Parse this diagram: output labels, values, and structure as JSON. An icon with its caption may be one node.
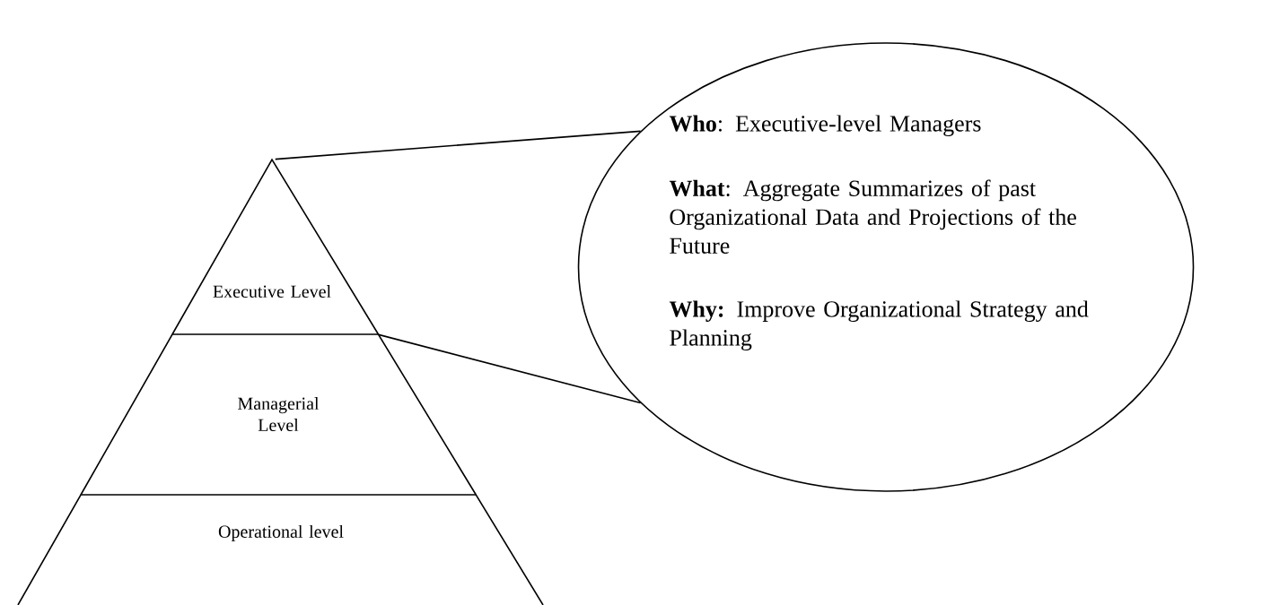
{
  "diagram": {
    "nodes": [
      {
        "text": [
          "Executive Level"
        ]
      },
      {
        "text": [
          "Managerial Level"
        ]
      },
      {
        "text": [
          "Operational level"
        ]
      },
      {
        "text": [
          "**Who**: Executive-level Managers",
          "**What**: Aggregate Summarizes of past Organizational Data and Projections of the Future",
          "**Why:** Improve Organizational Strategy and Planning"
        ]
      }
    ],
    "edges": [
      {
        "from": 0,
        "to": 3,
        "arrow": "none"
      },
      {
        "from": 0,
        "to": 3,
        "arrow": "none"
      }
    ]
  }
}
